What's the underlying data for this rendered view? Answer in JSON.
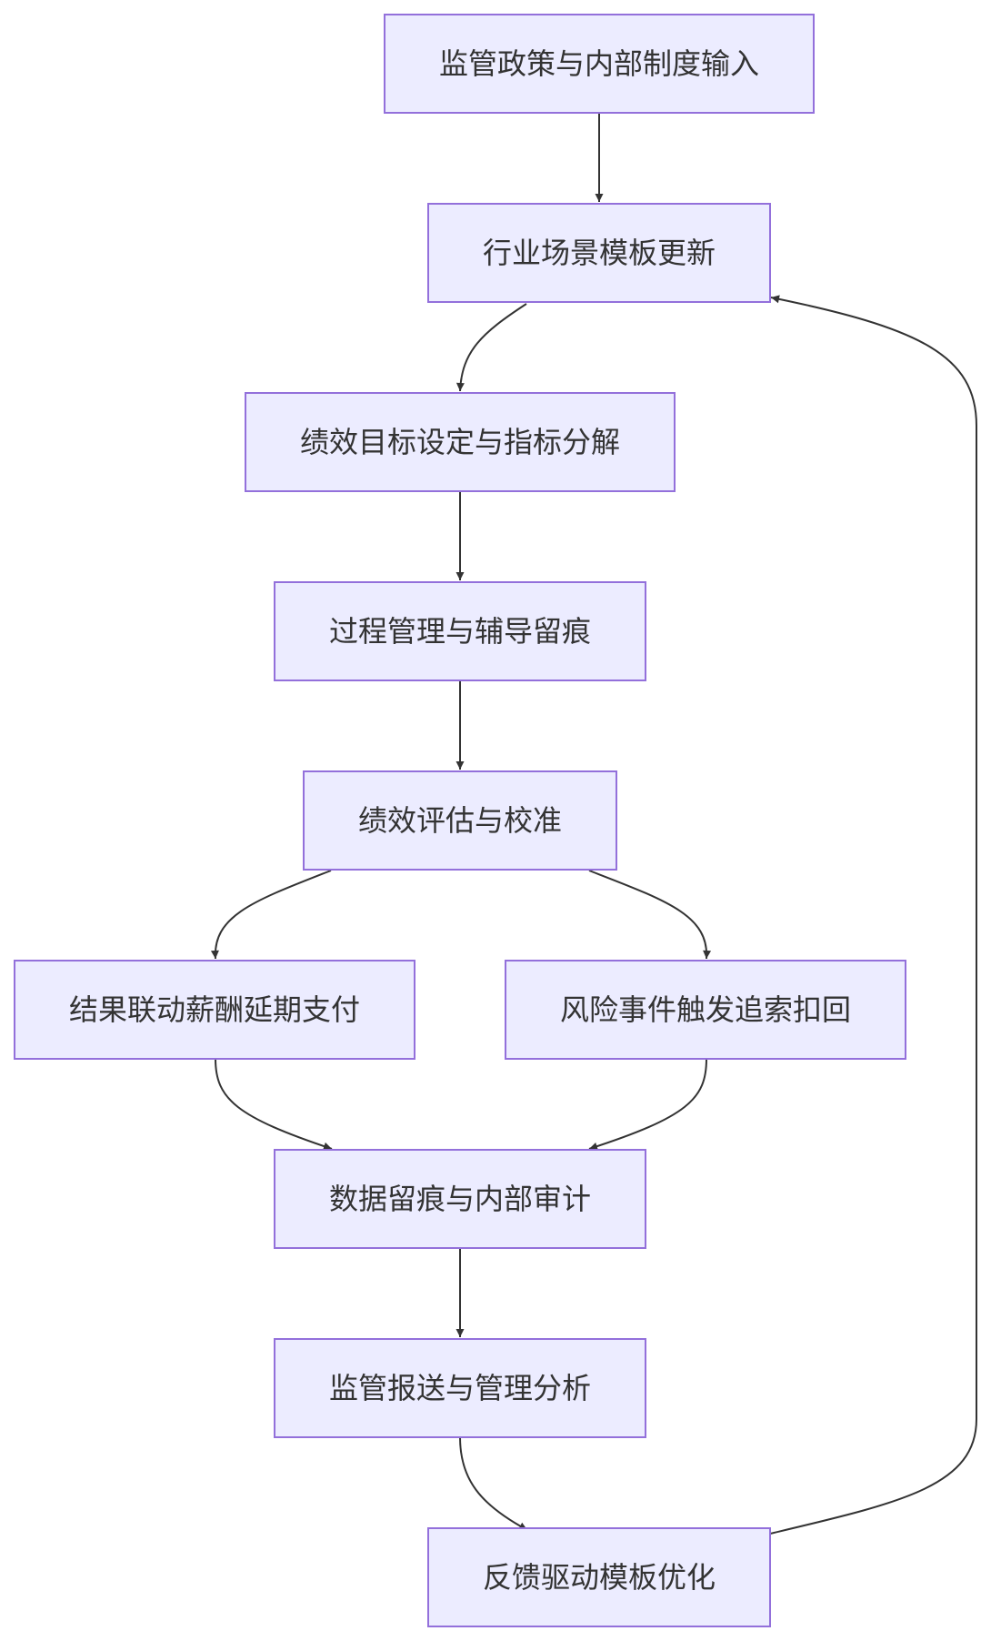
{
  "diagram": {
    "nodes": {
      "n1": "监管政策与内部制度输入",
      "n2": "行业场景模板更新",
      "n3": "绩效目标设定与指标分解",
      "n4": "过程管理与辅导留痕",
      "n5": "绩效评估与校准",
      "n6": "结果联动薪酬延期支付",
      "n7": "风险事件触发追索扣回",
      "n8": "数据留痕与内部审计",
      "n9": "监管报送与管理分析",
      "n10": "反馈驱动模板优化"
    },
    "edges": [
      {
        "from": "n1",
        "to": "n2"
      },
      {
        "from": "n2",
        "to": "n3"
      },
      {
        "from": "n3",
        "to": "n4"
      },
      {
        "from": "n4",
        "to": "n5"
      },
      {
        "from": "n5",
        "to": "n6"
      },
      {
        "from": "n5",
        "to": "n7"
      },
      {
        "from": "n6",
        "to": "n8"
      },
      {
        "from": "n7",
        "to": "n8"
      },
      {
        "from": "n8",
        "to": "n9"
      },
      {
        "from": "n9",
        "to": "n10"
      },
      {
        "from": "n10",
        "to": "n2"
      }
    ],
    "colors": {
      "node_fill": "#ECECFF",
      "node_border": "#9370DB",
      "edge": "#333333",
      "text": "#333333"
    }
  }
}
